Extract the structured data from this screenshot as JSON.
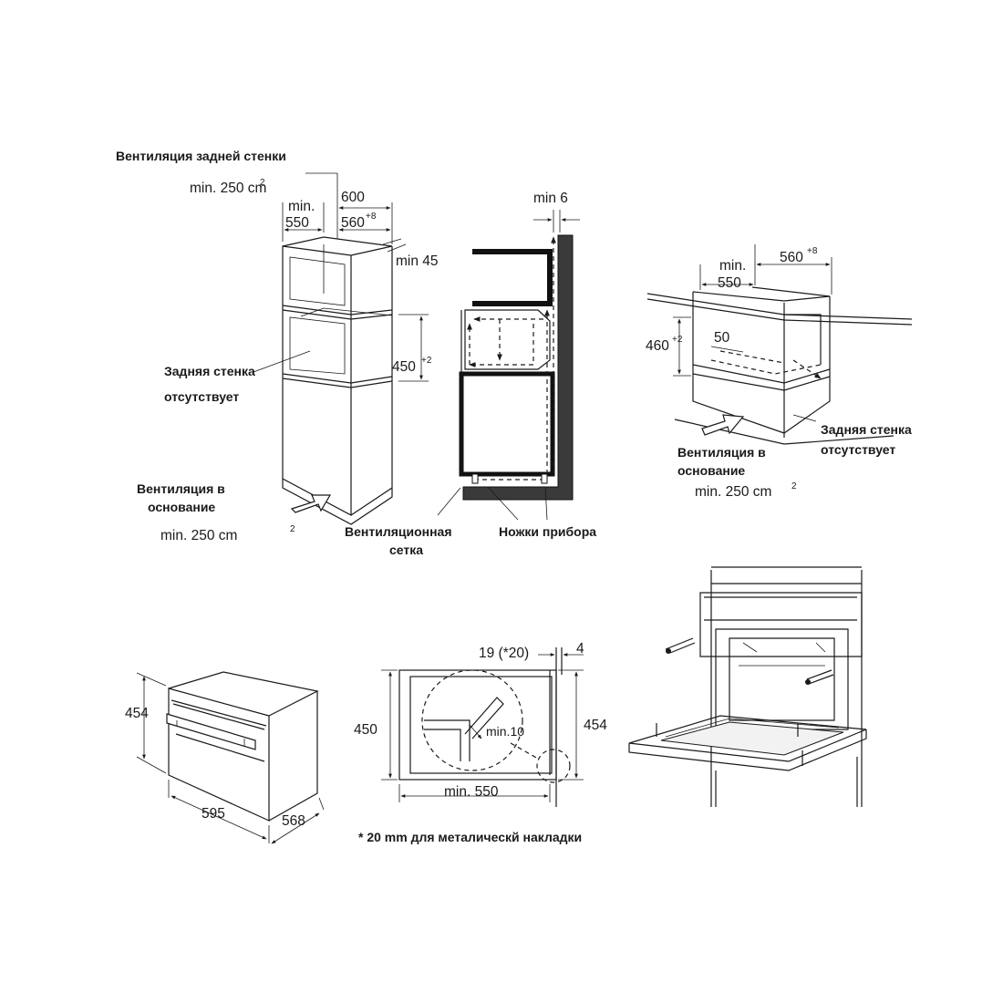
{
  "fig1": {
    "rear_vent_title": "Вентиляция задней стенки",
    "rear_vent_area": "min. 250 cm",
    "rear_vent_sup": "2",
    "dim_600": "600",
    "dim_min": "min.",
    "dim_550": "550",
    "dim_560": "560",
    "dim_560_sup": "+8",
    "dim_min45": "min 45",
    "dim_450": "450",
    "dim_450_sup": "+2",
    "no_back_wall_1": "Задняя стенка",
    "no_back_wall_2": "отсутствует",
    "base_vent_1": "Вентиляция в",
    "base_vent_2": "основание",
    "base_vent_area": "min. 250 cm",
    "base_vent_sup": "2"
  },
  "fig2": {
    "dim_min6": "min 6",
    "vent_grid_1": "Вентиляционная",
    "vent_grid_2": "сетка",
    "feet": "Ножки прибора"
  },
  "fig3": {
    "dim_min": "min.",
    "dim_550": "550",
    "dim_560": "560",
    "dim_560_sup": "+8",
    "dim_460": "460",
    "dim_460_sup": "+2",
    "dim_50": "50",
    "no_back_wall_1": "Задняя стенка",
    "no_back_wall_2": "отсутствует",
    "base_vent_1": "Вентиляция в",
    "base_vent_2": "основание",
    "base_vent_area": "min. 250 cm",
    "base_vent_sup": "2"
  },
  "fig4": {
    "dim_454": "454",
    "dim_595": "595",
    "dim_568": "568"
  },
  "fig5": {
    "dim_19": "19 (*20)",
    "dim_4": "4",
    "dim_450": "450",
    "dim_454": "454",
    "dim_min10": "min.10",
    "dim_min550": "min. 550",
    "footnote": "* 20 mm для металическй накладки"
  }
}
